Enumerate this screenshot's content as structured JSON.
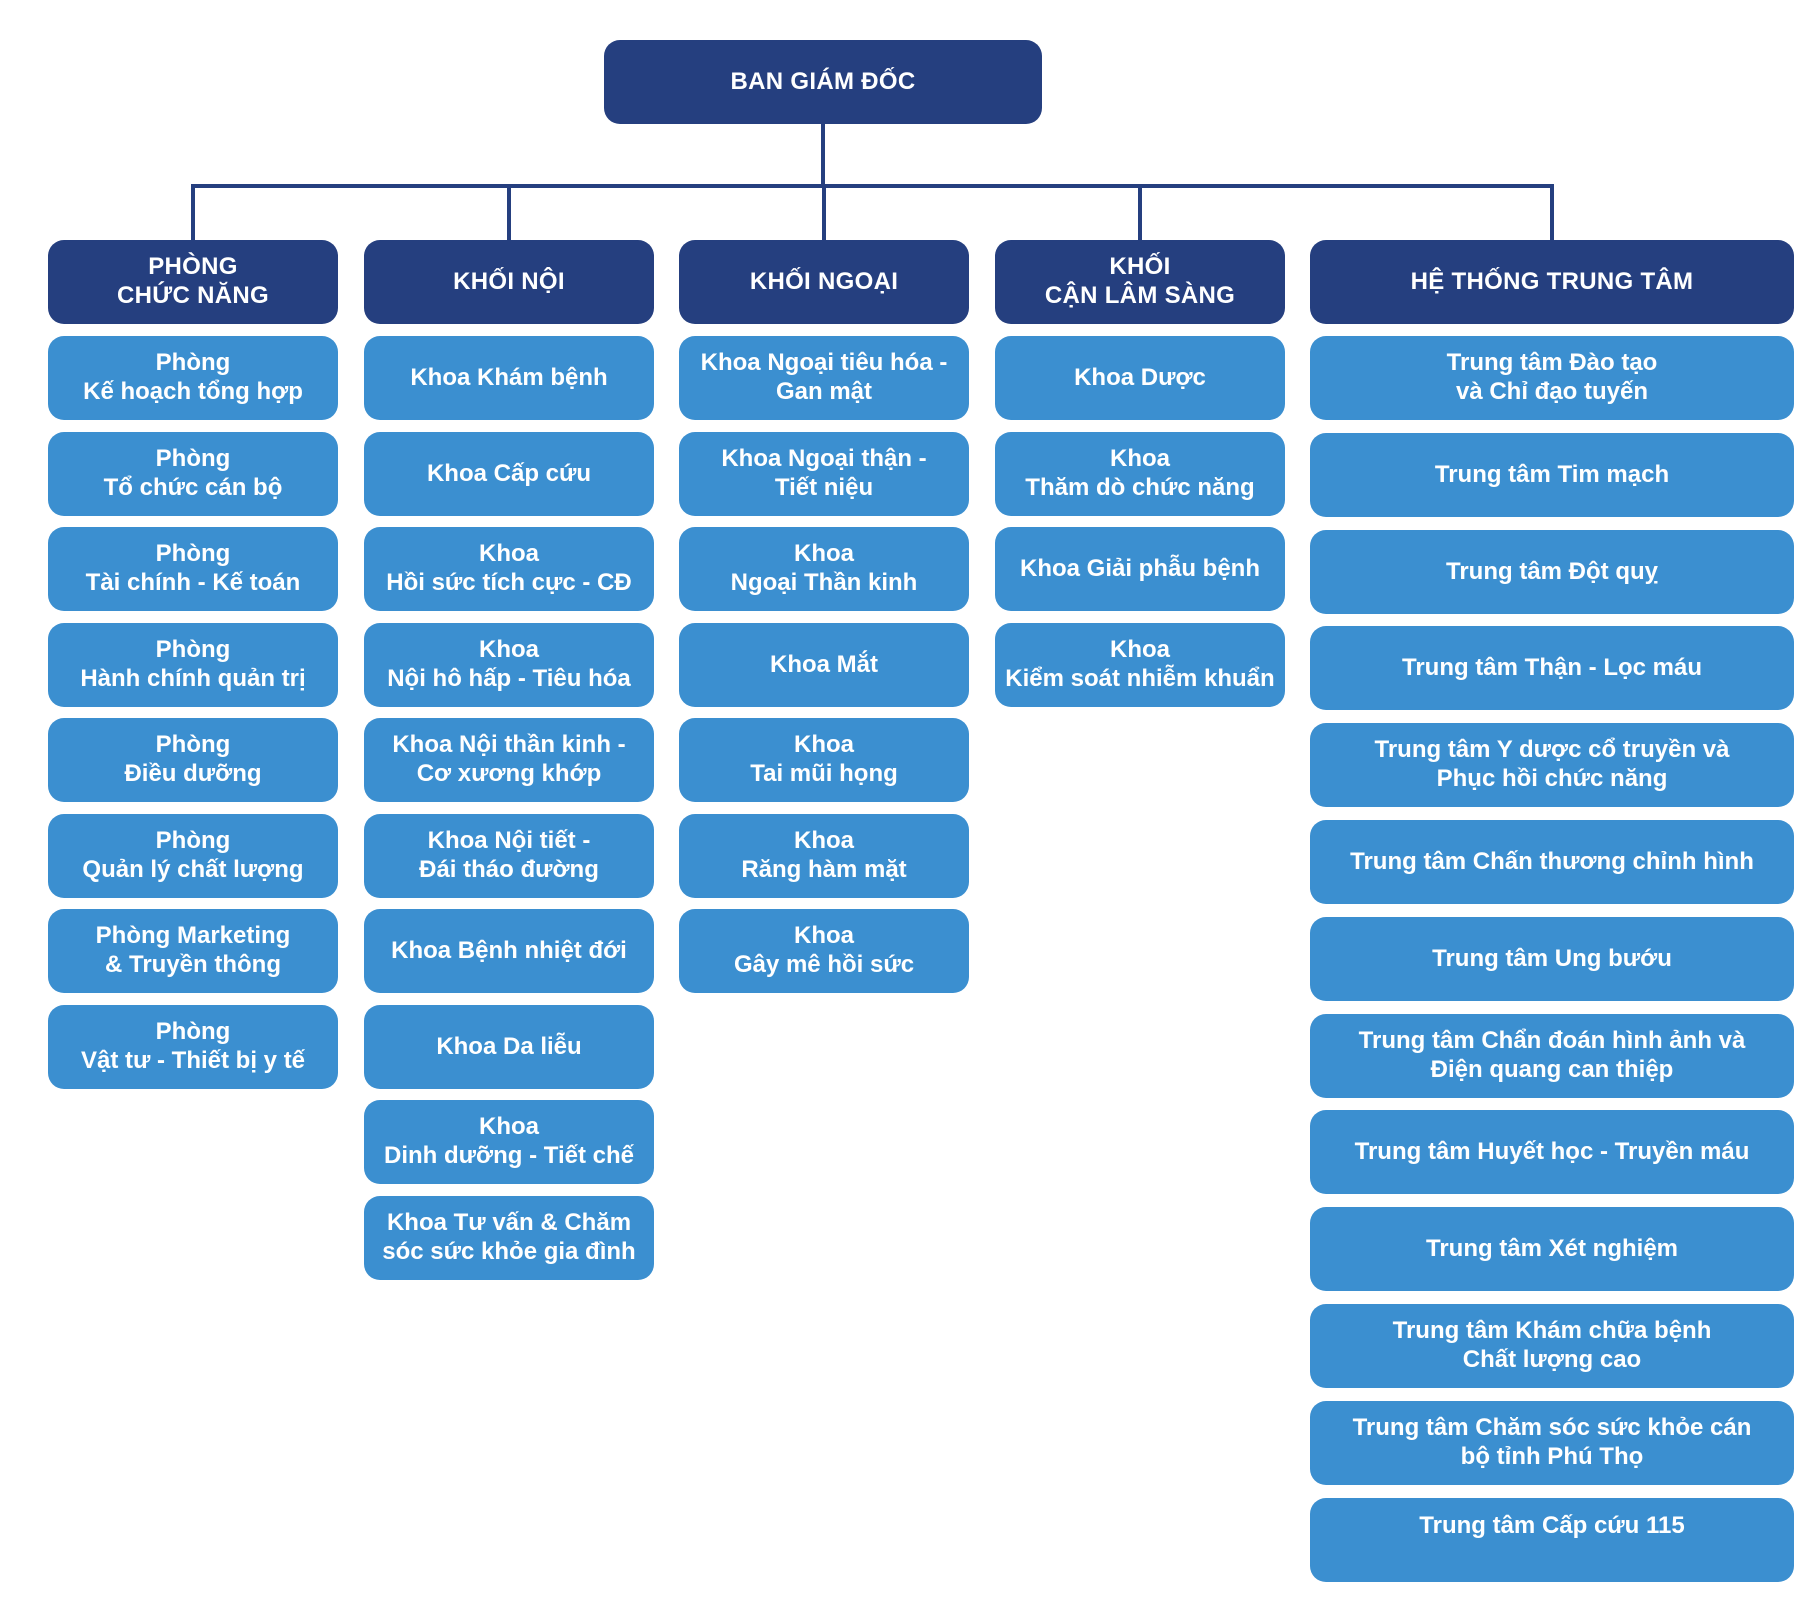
{
  "root": {
    "label": "BAN GIÁM ĐỐC"
  },
  "colors": {
    "header": "#253f7f",
    "item": "#3b8fd0",
    "connector": "#253f7f",
    "text": "#ffffff"
  },
  "columns": [
    {
      "header": "PHÒNG\nCHỨC NĂNG",
      "items": [
        "Phòng\nKế hoạch tổng hợp",
        "Phòng\nTổ chức cán bộ",
        "Phòng\nTài chính - Kế toán",
        "Phòng\nHành chính quản trị",
        "Phòng\nĐiều dưỡng",
        "Phòng\nQuản lý chất lượng",
        "Phòng Marketing\n& Truyền thông",
        "Phòng\nVật tư - Thiết bị y tế"
      ]
    },
    {
      "header": "KHỐI NỘI",
      "items": [
        "Khoa Khám bệnh",
        "Khoa Cấp cứu",
        "Khoa\nHồi sức tích cực - CĐ",
        "Khoa\nNội hô hấp - Tiêu hóa",
        "Khoa Nội thần kinh -\nCơ xương khớp",
        "Khoa Nội tiết -\nĐái tháo đường",
        "Khoa Bệnh nhiệt đới",
        "Khoa Da liễu",
        "Khoa\nDinh dưỡng - Tiết chế",
        "Khoa Tư vấn & Chăm\nsóc sức khỏe gia đình"
      ]
    },
    {
      "header": "KHỐI NGOẠI",
      "items": [
        "Khoa Ngoại tiêu hóa -\nGan mật",
        "Khoa Ngoại thận -\nTiết niệu",
        "Khoa\nNgoại Thần kinh",
        "Khoa Mắt",
        "Khoa\nTai mũi họng",
        "Khoa\nRăng hàm mặt",
        "Khoa\nGây mê hồi sức"
      ]
    },
    {
      "header": "KHỐI\nCẬN LÂM SÀNG",
      "items": [
        "Khoa Dược",
        "Khoa\nThăm dò chức năng",
        "Khoa Giải phẫu bệnh",
        "Khoa\nKiểm soát nhiễm khuẩn"
      ]
    },
    {
      "header": "HỆ THỐNG TRUNG TÂM",
      "items": [
        "Trung tâm Đào tạo\nvà Chỉ đạo tuyến",
        "Trung tâm Tim mạch",
        "Trung tâm Đột quỵ",
        "Trung tâm Thận - Lọc máu",
        "Trung tâm Y dược cổ truyền và\nPhục hồi chức năng",
        "Trung tâm Chấn thương chỉnh hình",
        "Trung tâm Ung bướu",
        "Trung tâm Chẩn đoán hình ảnh và\nĐiện quang can thiệp",
        "Trung tâm Huyết học - Truyền máu",
        "Trung tâm Xét nghiệm",
        "Trung tâm Khám chữa bệnh\nChất lượng cao",
        "Trung tâm Chăm sóc sức khỏe cán\nbộ tỉnh Phú Thọ",
        "Trung tâm Cấp cứu 115"
      ]
    }
  ]
}
